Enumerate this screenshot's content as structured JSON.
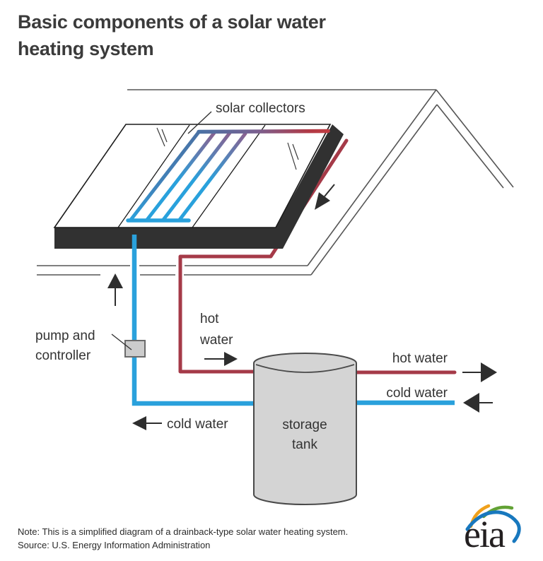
{
  "title": {
    "line1": "Basic components of a solar water",
    "line2": "heating system"
  },
  "diagram": {
    "labels": {
      "solar_collectors": "solar collectors",
      "pump_line1": "pump and",
      "pump_line2": "controller",
      "hot_mid_line1": "hot",
      "hot_mid_line2": "water",
      "hot_water_right": "hot water",
      "cold_water_right": "cold water",
      "cold_water_bottom": "cold water",
      "tank_line1": "storage",
      "tank_line2": "tank"
    },
    "colors": {
      "hot": "#a53a48",
      "cold": "#2aa1dc",
      "collector-face": "#b1c0d9",
      "collector-edge": "#313131",
      "tank-fill": "#d4d4d4",
      "line-gray": "#555555"
    }
  },
  "footer": {
    "note": "Note: This is a simplified diagram of a drainback-type solar water heating system.",
    "source": "Source: U.S. Energy Information Administration"
  },
  "logo": {
    "text": "eia",
    "swoosh_yellow": "#f0a11c",
    "swoosh_green": "#62a235",
    "swoosh_blue": "#1878be"
  }
}
